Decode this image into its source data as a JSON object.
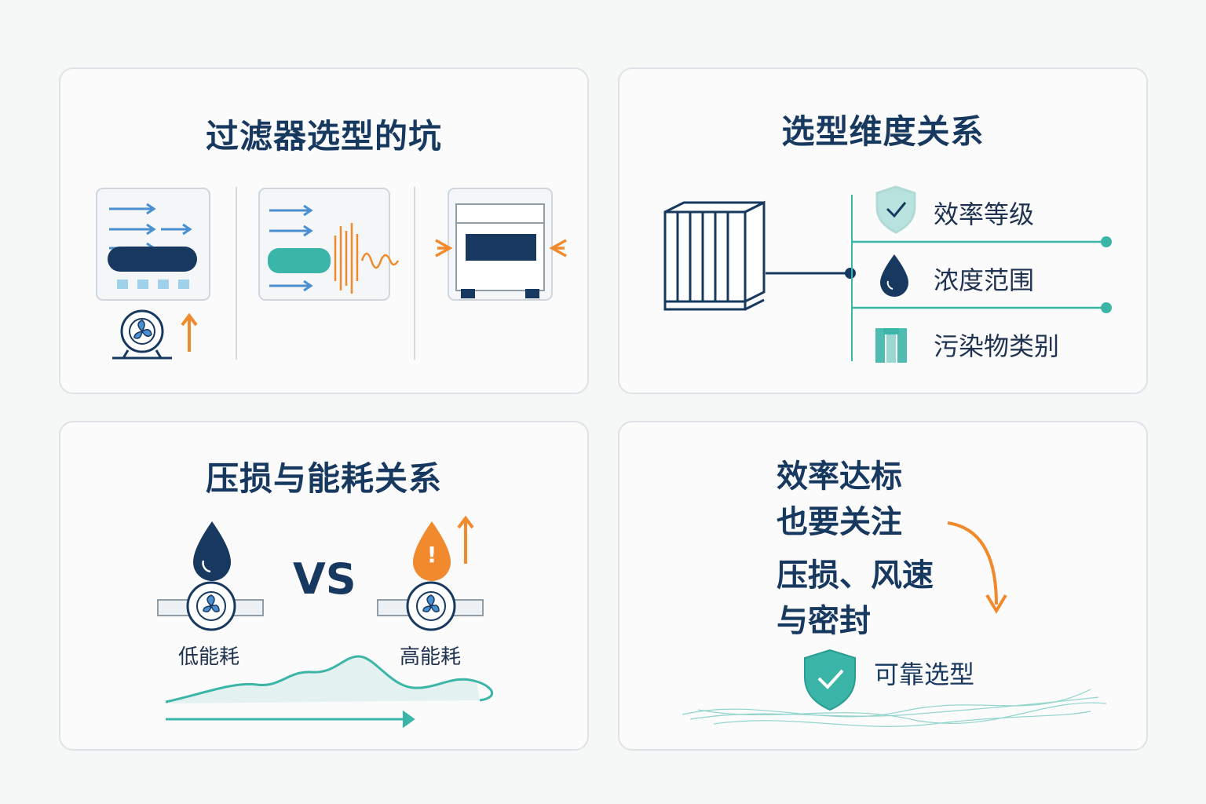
{
  "panels": {
    "filter_pitfalls": {
      "title": "过滤器选型的坑"
    },
    "dimensions": {
      "title": "选型维度关系",
      "items": [
        {
          "label": "效率等级",
          "icon": "shield-check-icon"
        },
        {
          "label": "浓度范围",
          "icon": "water-drop-icon"
        },
        {
          "label": "污染物类别",
          "icon": "particle-bars-icon"
        }
      ]
    },
    "pressure_energy": {
      "title": "压损与能耗关系",
      "vs": "VS",
      "low_label": "低能耗",
      "high_label": "高能耗",
      "high_alert_symbol": "!"
    },
    "summary": {
      "lines": [
        "效率达标",
        "也要关注",
        "压损、风速",
        "与密封"
      ],
      "badge_label": "可靠选型"
    }
  },
  "colors": {
    "navy": "#17385f",
    "blue": "#4a8fd0",
    "teal": "#3bb5a8",
    "orange": "#f08a2c"
  }
}
